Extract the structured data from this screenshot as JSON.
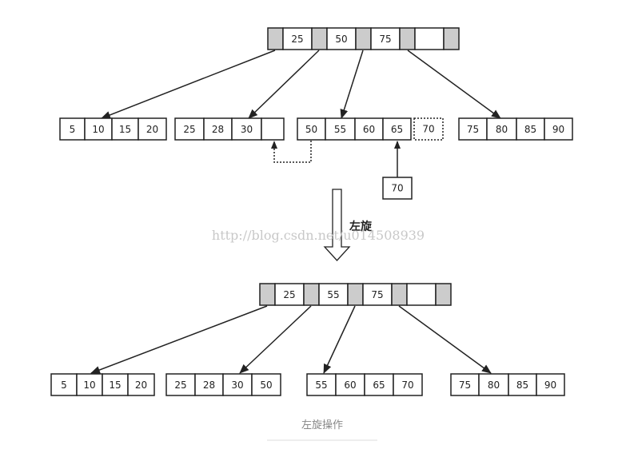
{
  "before": {
    "root_keys": [
      "25",
      "50",
      "75",
      ""
    ],
    "leaves": [
      [
        "5",
        "10",
        "15",
        "20"
      ],
      [
        "25",
        "28",
        "30",
        ""
      ],
      [
        "50",
        "55",
        "60",
        "65"
      ],
      [
        "75",
        "80",
        "85",
        "90"
      ]
    ],
    "overflow_key": "70",
    "inserted_key": "70"
  },
  "operation_label": "左旋",
  "watermark": "http://blog.csdn.net/u014508939",
  "after": {
    "root_keys": [
      "25",
      "55",
      "75",
      ""
    ],
    "leaves": [
      [
        "5",
        "10",
        "15",
        "20"
      ],
      [
        "25",
        "28",
        "30",
        "50"
      ],
      [
        "55",
        "60",
        "65",
        "70"
      ],
      [
        "75",
        "80",
        "85",
        "90"
      ]
    ]
  },
  "caption": "左旋操作",
  "colors": {
    "pointer_cell": "#cccccc",
    "stroke": "#222222",
    "caption": "#888888",
    "watermark": "#c8c8c8"
  }
}
